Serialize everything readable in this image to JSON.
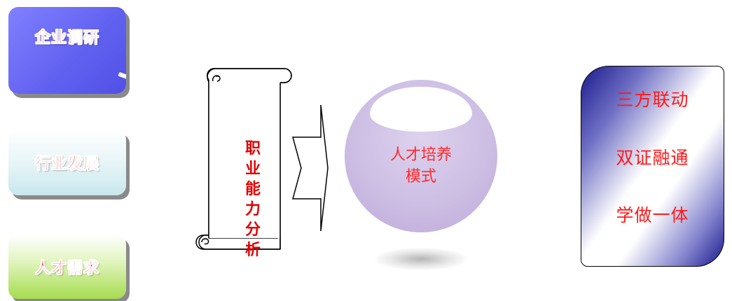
{
  "left_items": [
    {
      "label": "企业调研"
    },
    {
      "label": "行业发展"
    },
    {
      "label": "人才需求"
    }
  ],
  "scroll": {
    "chars": [
      "职",
      "业",
      "能",
      "力",
      "分",
      "析"
    ]
  },
  "center": {
    "lines": [
      "人才培养",
      "模式"
    ]
  },
  "right": {
    "lines": [
      "三方联动",
      "双证融通",
      "学做一体"
    ]
  },
  "colors": {
    "text_red": "#ff1a1a",
    "box_blue": "#6060f0",
    "box_teal": "#c9e8ee",
    "box_green": "#a6dc50",
    "sphere_lavender": "#cdbee4",
    "right_box_navy": "#1a1a8c"
  }
}
